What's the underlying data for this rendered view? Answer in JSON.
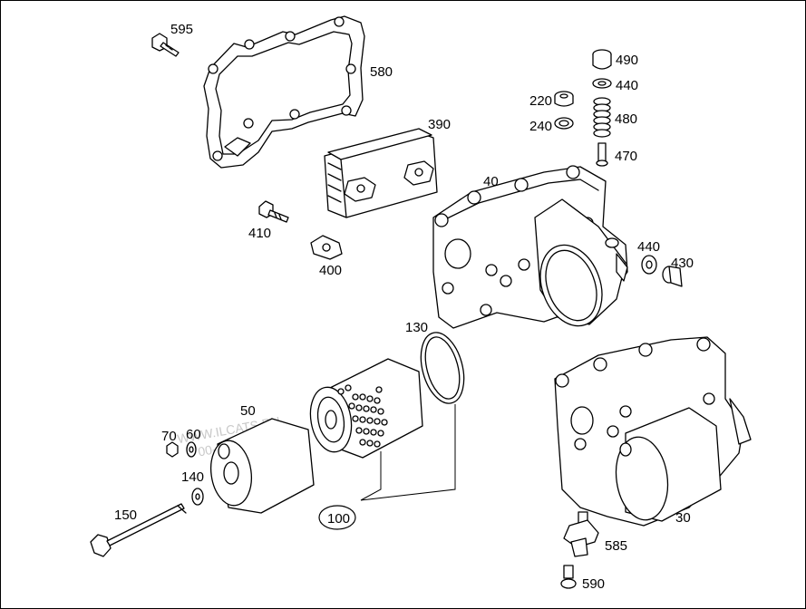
{
  "diagram": {
    "labels": {
      "l595": "595",
      "l580": "580",
      "l390": "390",
      "l410": "410",
      "l400": "400",
      "l490": "490",
      "l440a": "440",
      "l220": "220",
      "l480": "480",
      "l240": "240",
      "l470": "470",
      "l40": "40",
      "l440b": "440",
      "l430": "430",
      "l130": "130",
      "l50": "50",
      "l70": "70",
      "l60": "60",
      "l140": "140",
      "l150": "150",
      "l100": "100",
      "l30": "30",
      "l585": "585",
      "l590": "590"
    },
    "watermark": {
      "line1": "WWW.ILCATS.RU",
      "line2": "00-01.07.2025"
    }
  }
}
